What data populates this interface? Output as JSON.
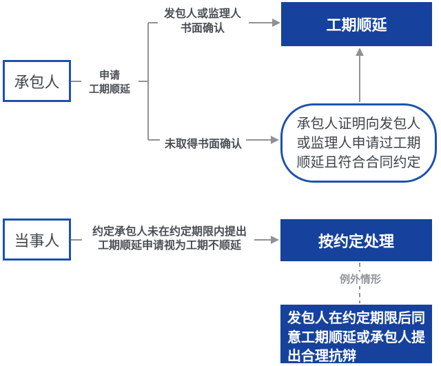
{
  "colors": {
    "box_fill_blue": "#16429d",
    "box_border_blue": "#1c52ad",
    "connector_gray": "#8e9196",
    "label_dark": "#4a4e55",
    "label_light": "#909499",
    "box_text_dark": "#3f444b",
    "background": "#ffffff"
  },
  "flow_contractor": {
    "source_box": "承包人",
    "request_label": "申请\n工期顺延",
    "branch_confirmed_label": "发包人或监理人\n书面确认",
    "branch_unconfirmed_label": "未取得书面确认",
    "result_box": "工期顺延",
    "proof_box": "承包人证明向发包人\n或监理人申请过工期\n顺延且符合合同约定"
  },
  "flow_party": {
    "source_box": "当事人",
    "rule_label": "约定承包人未在约定期限内提出\n工期顺延申请视为工期不顺延",
    "result_box": "按约定处理",
    "exception_label": "例外情形",
    "exception_box": "发包人在约定期限后同\n意工期顺延或承包人提\n出合理抗辩"
  }
}
